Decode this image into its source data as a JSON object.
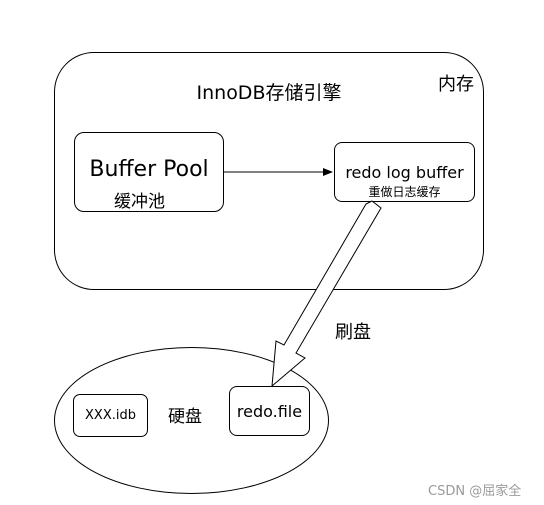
{
  "diagram": {
    "engine_title": "InnoDB存储引擎",
    "memory_label": "内存",
    "buffer_pool": {
      "title": "Buffer Pool",
      "subtitle": "缓冲池"
    },
    "redo_log_buffer": {
      "title": "redo log buffer",
      "subtitle": "重做日志缓存"
    },
    "flush_label": "刷盘",
    "disk": {
      "label": "硬盘",
      "data_file": "XXX.idb",
      "redo_file": "redo.file"
    }
  },
  "watermark": "CSDN @屈家全"
}
